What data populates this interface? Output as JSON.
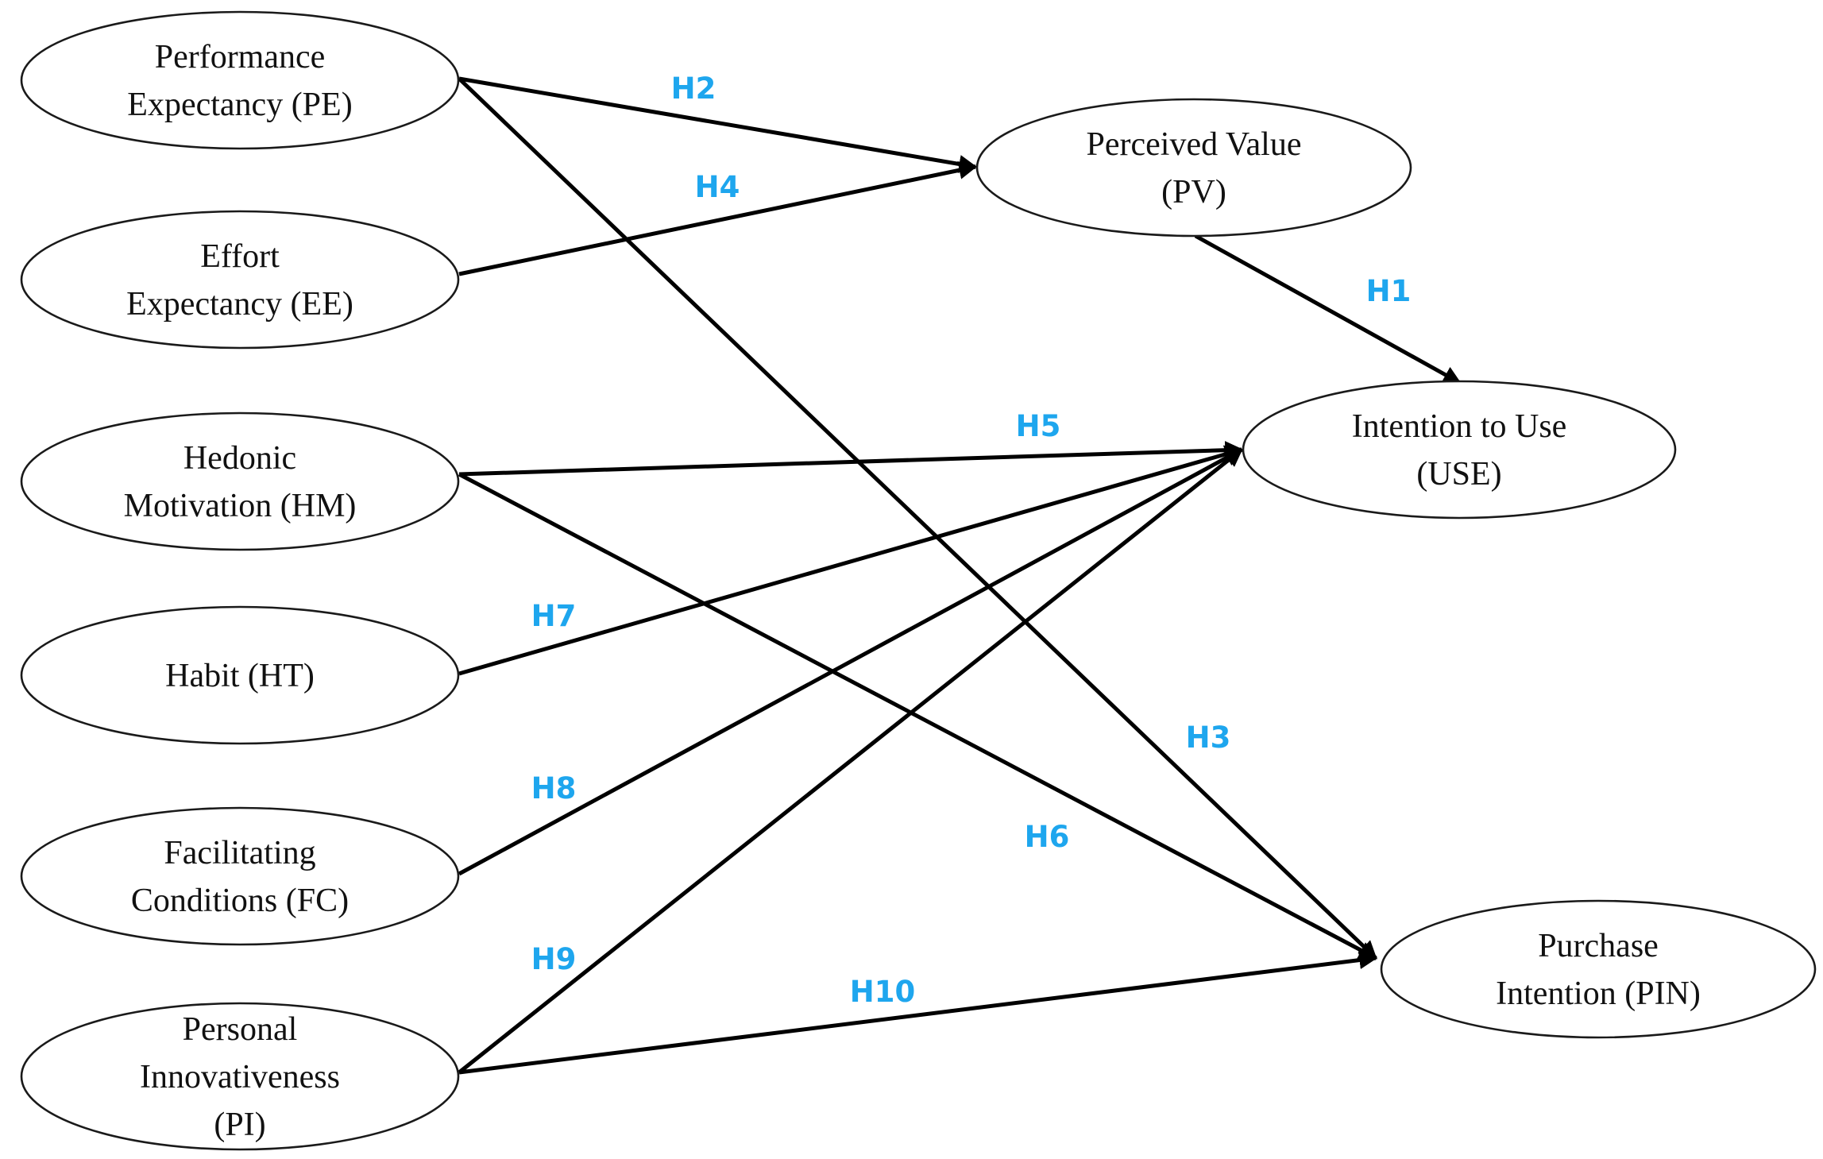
{
  "colors": {
    "hypothesis_label": "#1EA6EE",
    "arrow": "#000000",
    "node_border": "#1a1a1a"
  },
  "nodes": {
    "pe": {
      "lines": [
        "Performance",
        "Expectancy (PE)"
      ]
    },
    "ee": {
      "lines": [
        "Effort",
        "Expectancy (EE)"
      ]
    },
    "hm": {
      "lines": [
        "Hedonic",
        "Motivation (HM)"
      ]
    },
    "ht": {
      "lines": [
        "Habit (HT)"
      ]
    },
    "fc": {
      "lines": [
        "Facilitating",
        "Conditions (FC)"
      ]
    },
    "pi": {
      "lines": [
        "Personal",
        "Innovativeness",
        "(PI)"
      ]
    },
    "pv": {
      "lines": [
        "Perceived Value",
        "(PV)"
      ]
    },
    "use": {
      "lines": [
        "Intention to Use",
        "(USE)"
      ]
    },
    "pin": {
      "lines": [
        "Purchase",
        "Intention (PIN)"
      ]
    }
  },
  "edges": [
    {
      "id": "h1",
      "from": "pv",
      "to": "use",
      "label": "H1"
    },
    {
      "id": "h2",
      "from": "pe",
      "to": "pv",
      "label": "H2"
    },
    {
      "id": "h3",
      "from": "pe",
      "to": "pin",
      "label": "H3"
    },
    {
      "id": "h4",
      "from": "ee",
      "to": "pv",
      "label": "H4"
    },
    {
      "id": "h5",
      "from": "hm",
      "to": "use",
      "label": "H5"
    },
    {
      "id": "h6",
      "from": "hm",
      "to": "pin",
      "label": "H6"
    },
    {
      "id": "h7",
      "from": "ht",
      "to": "use",
      "label": "H7"
    },
    {
      "id": "h8",
      "from": "fc",
      "to": "use",
      "label": "H8"
    },
    {
      "id": "h9",
      "from": "pi",
      "to": "use",
      "label": "H9"
    },
    {
      "id": "h10",
      "from": "pi",
      "to": "pin",
      "label": "H10"
    }
  ]
}
